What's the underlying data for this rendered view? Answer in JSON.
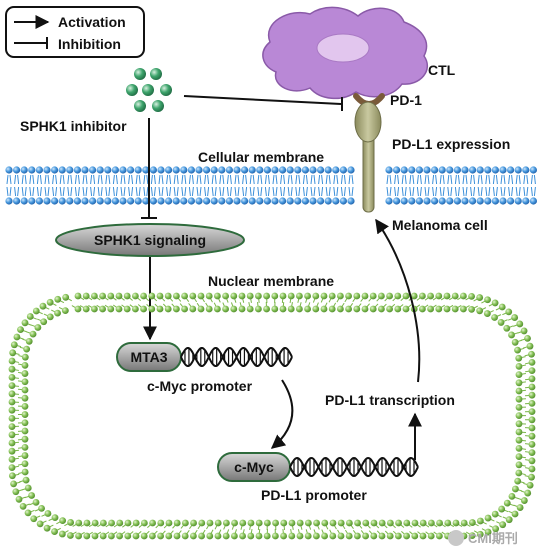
{
  "legend": {
    "activation": "Activation",
    "inhibition": "Inhibition"
  },
  "labels": {
    "ctl": "CTL",
    "pd1": "PD-1",
    "sphk1_inhibitor": "SPHK1 inhibitor",
    "pdl1_expression": "PD-L1 expression",
    "cellular_membrane": "Cellular membrane",
    "melanoma_cell": "Melanoma cell",
    "sphk1_signaling": "SPHK1 signaling",
    "nuclear_membrane": "Nuclear membrane",
    "mta3": "MTA3",
    "cmyc_promoter": "c-Myc promoter",
    "pdl1_transcription": "PD-L1 transcription",
    "cmyc": "c-Myc",
    "pdl1_promoter": "PD-L1 promoter",
    "watermark": "CMI期刊"
  },
  "colors": {
    "lipid_blue": "#3b8fd9",
    "lipid_green": "#7ab648",
    "ctl_purple": "#b27fd1",
    "receptor_olive": "#a8a878",
    "node_gray": "#9a9a9a",
    "inhibitor_green": "#2e8b57"
  }
}
